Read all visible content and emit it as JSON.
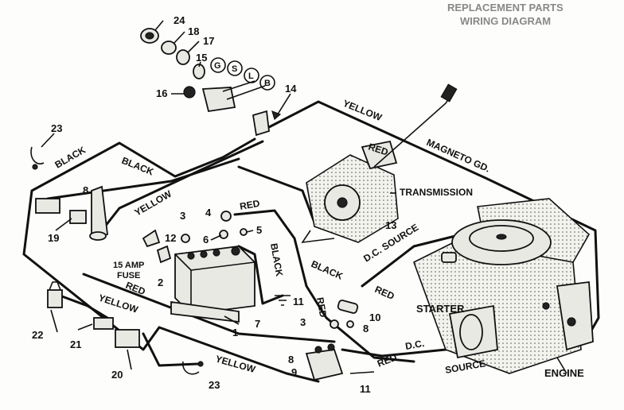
{
  "header": {
    "line1": "REPLACEMENT PARTS",
    "line2": "WIRING DIAGRAM"
  },
  "wire_labels": {
    "yellow_top": "YELLOW",
    "magneto": "MAGNETO GD.",
    "black_left_top": "BLACK",
    "black_left_mid": "BLACK",
    "yellow_left": "YELLOW",
    "red_top": "RED",
    "red_mid": "RED",
    "black_mid": "BLACK",
    "black_center": "BLACK",
    "red_center_vert": "RED",
    "dc_source_upper": "D.C. SOURCE",
    "red_right": "RED",
    "red_left_low": "RED",
    "yellow_low_left": "YELLOW",
    "yellow_bottom": "YELLOW",
    "red_bottom": "RED",
    "dc_lower": "D.C.",
    "source_lower": "SOURCE"
  },
  "component_labels": {
    "transmission": "TRANSMISSION",
    "starter": "STARTER",
    "engine": "ENGINE",
    "fuse_line1": "15 AMP",
    "fuse_line2": "FUSE"
  },
  "key_letters": [
    "G",
    "S",
    "L",
    "B"
  ],
  "callouts": {
    "c24": "24",
    "c18": "18",
    "c17": "17",
    "c15": "15",
    "c16": "16",
    "c14": "14",
    "c23a": "23",
    "c8a": "8",
    "c19": "19",
    "c3a": "3",
    "c4": "4",
    "c12": "12",
    "c5": "5",
    "c6": "6",
    "c13": "13",
    "c2": "2",
    "c11a": "11",
    "c7": "7",
    "c1": "1",
    "c10": "10",
    "c3b": "3",
    "c8b": "8",
    "c8c": "8",
    "c9": "9",
    "c11b": "11",
    "c22": "22",
    "c21": "21",
    "c20": "20",
    "c23b": "23"
  }
}
